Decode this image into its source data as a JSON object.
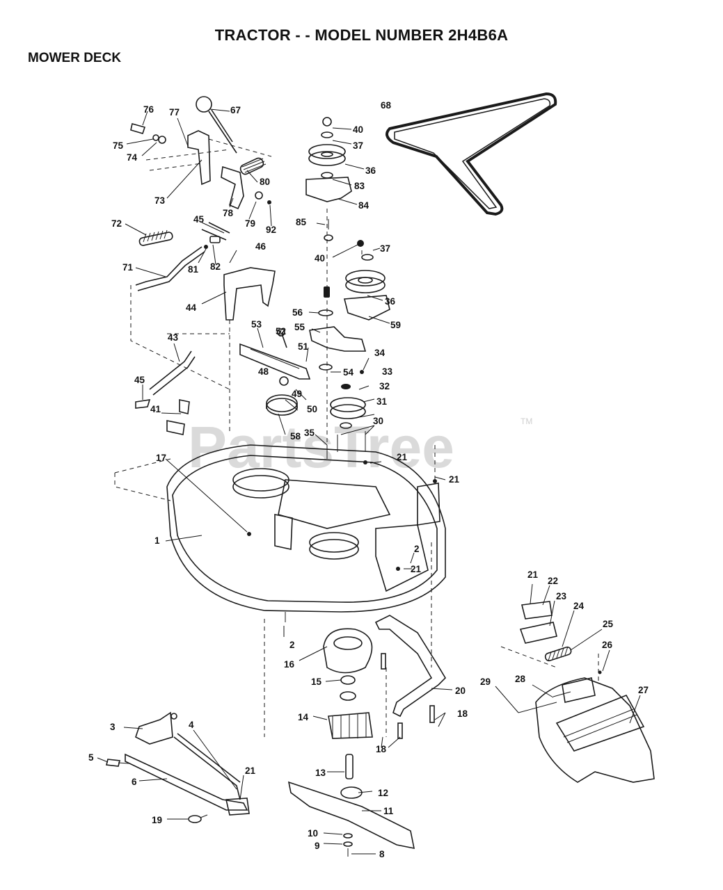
{
  "title": "TRACTOR - - MODEL NUMBER 2H4B6A",
  "section": "MOWER DECK",
  "watermark": "PartsTree",
  "watermark_mark": "TM",
  "labels": [
    "1",
    "2",
    "2",
    "3",
    "4",
    "5",
    "6",
    "8",
    "9",
    "10",
    "11",
    "12",
    "13",
    "14",
    "15",
    "16",
    "17",
    "18",
    "18",
    "19",
    "20",
    "21",
    "21",
    "21",
    "21",
    "21",
    "22",
    "23",
    "24",
    "25",
    "26",
    "27",
    "28",
    "29",
    "30",
    "31",
    "32",
    "33",
    "34",
    "35",
    "36",
    "36",
    "37",
    "37",
    "40",
    "40",
    "41",
    "43",
    "44",
    "45",
    "45",
    "46",
    "48",
    "49",
    "50",
    "51",
    "52",
    "53",
    "54",
    "55",
    "56",
    "58",
    "59",
    "67",
    "68",
    "71",
    "72",
    "73",
    "74",
    "75",
    "76",
    "77",
    "78",
    "79",
    "80",
    "81",
    "82",
    "83",
    "84",
    "85",
    "92"
  ]
}
